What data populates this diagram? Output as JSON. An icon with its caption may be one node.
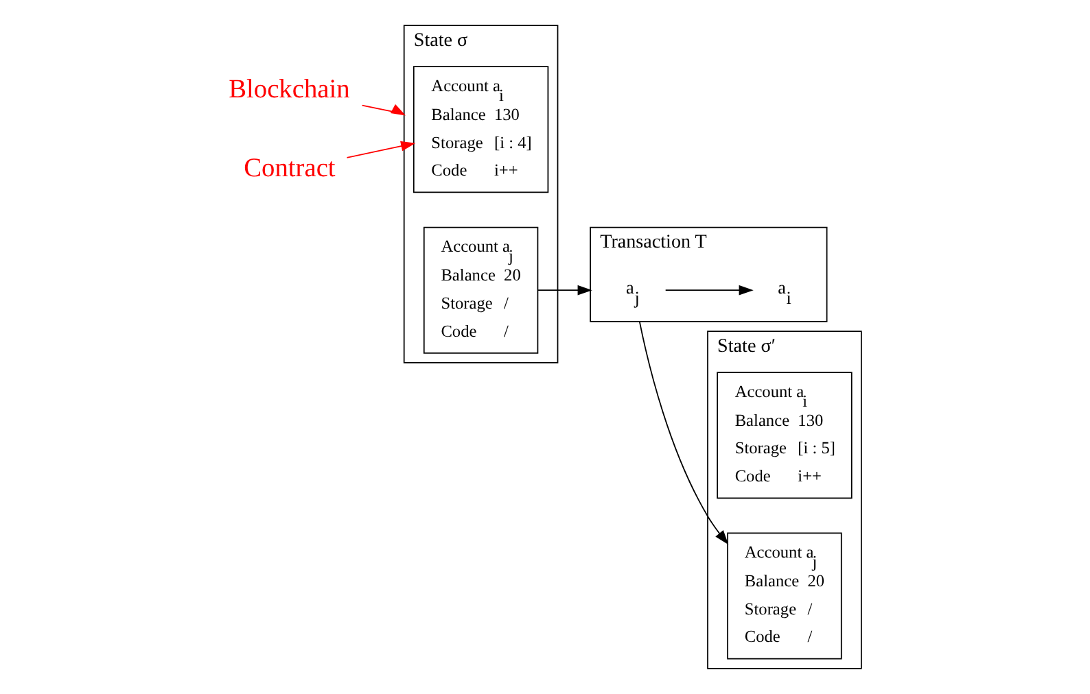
{
  "diagram": {
    "nodes": [
      {
        "text": [
          "State σ"
        ]
      },
      {
        "text": [
          "Account a$_{i}$",
          "Balance",
          "130",
          "Storage",
          "[i : 4]",
          "Code",
          "i++"
        ],
        "in": 0
      },
      {
        "text": [
          "Account a$_{j}$",
          "Balance",
          "20",
          "Storage",
          "/",
          "Code",
          "/"
        ],
        "in": 0
      },
      {
        "text": [
          "Transaction T"
        ]
      },
      {
        "text": [
          "a$_{j}$"
        ],
        "in": 3
      },
      {
        "text": [
          "a$_{i}$"
        ],
        "in": 3
      },
      {
        "text": [
          "State σ′"
        ]
      },
      {
        "text": [
          "Account a$_{i}$",
          "Balance",
          "130",
          "Storage",
          "[i : 5]",
          "Code",
          "i++"
        ],
        "in": 6
      },
      {
        "text": [
          "Account a$_{j}$",
          "Balance",
          "20",
          "Storage",
          "/",
          "Code",
          "/"
        ],
        "in": 6
      },
      {
        "text": [
          "Blockchain"
        ]
      },
      {
        "text": [
          "Contract"
        ]
      }
    ],
    "edges": [
      {
        "from": 2,
        "to": 3,
        "arrow": "to"
      },
      {
        "from": 3,
        "to": 8,
        "arrow": "to"
      },
      {
        "from": 4,
        "to": 5,
        "arrow": "to"
      },
      {
        "from": 9,
        "to": 0,
        "arrow": "to",
        "color": "#ff0000"
      },
      {
        "from": 10,
        "to": 1,
        "arrow": "to",
        "color": "#ff0000"
      }
    ]
  }
}
